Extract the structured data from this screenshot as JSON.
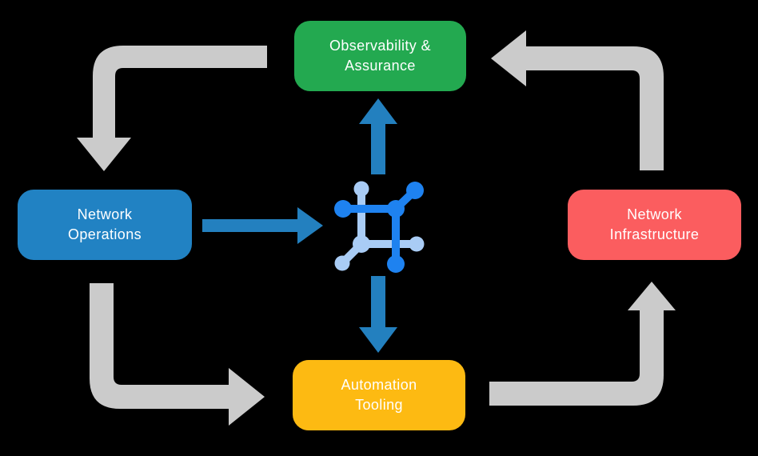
{
  "diagram": {
    "background": "#000000",
    "nodes": {
      "observability": {
        "label": "Observability &\nAssurance",
        "color": "#23a950"
      },
      "operations": {
        "label": "Network\nOperations",
        "color": "#2182c3"
      },
      "infrastructure": {
        "label": "Network\nInfrastructure",
        "color": "#fb5d5f"
      },
      "automation": {
        "label": "Automation\nTooling",
        "color": "#fdba12"
      }
    },
    "arrows": {
      "cycle_color": "#cbcbcb",
      "flow_color": "#2380bf",
      "cycle": [
        "observability-to-operations",
        "operations-to-automation",
        "automation-to-infrastructure",
        "infrastructure-to-observability"
      ],
      "flows": [
        "operations-to-center",
        "center-to-observability",
        "center-to-automation"
      ]
    },
    "center_icon": {
      "name": "network-fabric-icon",
      "primary_color": "#1e82f0",
      "secondary_color": "#a9ccf5"
    }
  }
}
